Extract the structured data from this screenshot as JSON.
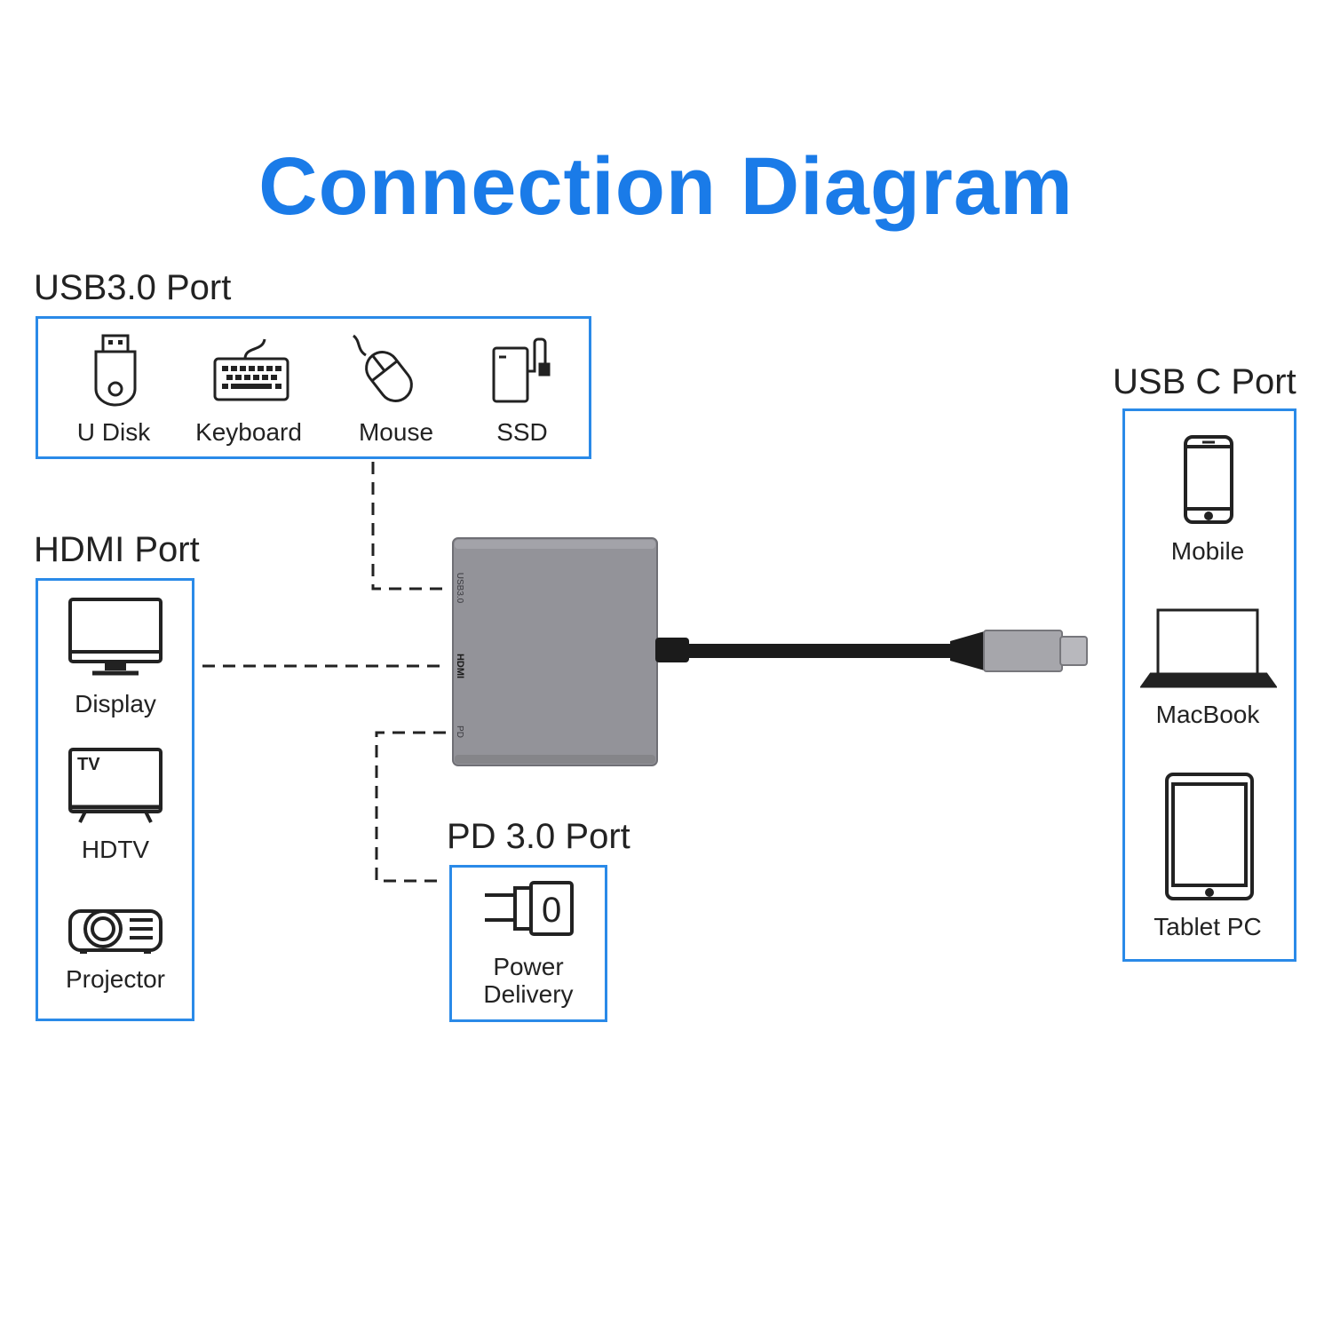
{
  "title": "Connection Diagram",
  "colors": {
    "title": "#1a7be8",
    "box_border": "#2a8ae8",
    "hub_body": "#939399",
    "cable": "#1b1b1b",
    "connector": "#a6a6ab"
  },
  "usb3": {
    "label": "USB3.0 Port",
    "items": [
      {
        "label": "U Disk",
        "icon": "usb-drive-icon"
      },
      {
        "label": "Keyboard",
        "icon": "keyboard-icon"
      },
      {
        "label": "Mouse",
        "icon": "mouse-icon"
      },
      {
        "label": "SSD",
        "icon": "ssd-icon"
      }
    ]
  },
  "hdmi": {
    "label": "HDMI Port",
    "items": [
      {
        "label": "Display",
        "icon": "monitor-icon"
      },
      {
        "label": "HDTV",
        "icon": "tv-icon"
      },
      {
        "label": "Projector",
        "icon": "projector-icon"
      }
    ]
  },
  "pd": {
    "label": "PD 3.0 Port",
    "items": [
      {
        "label_line1": "Power",
        "label_line2": "Delivery",
        "icon": "power-plug-icon"
      }
    ]
  },
  "usbc": {
    "label": "USB C Port",
    "items": [
      {
        "label": "Mobile",
        "icon": "phone-icon"
      },
      {
        "label": "MacBook",
        "icon": "laptop-icon"
      },
      {
        "label": "Tablet PC",
        "icon": "tablet-icon"
      }
    ]
  },
  "hub": {
    "port_usb": "USB3.0",
    "port_hdmi": "HDMI",
    "port_pd": "PD"
  }
}
